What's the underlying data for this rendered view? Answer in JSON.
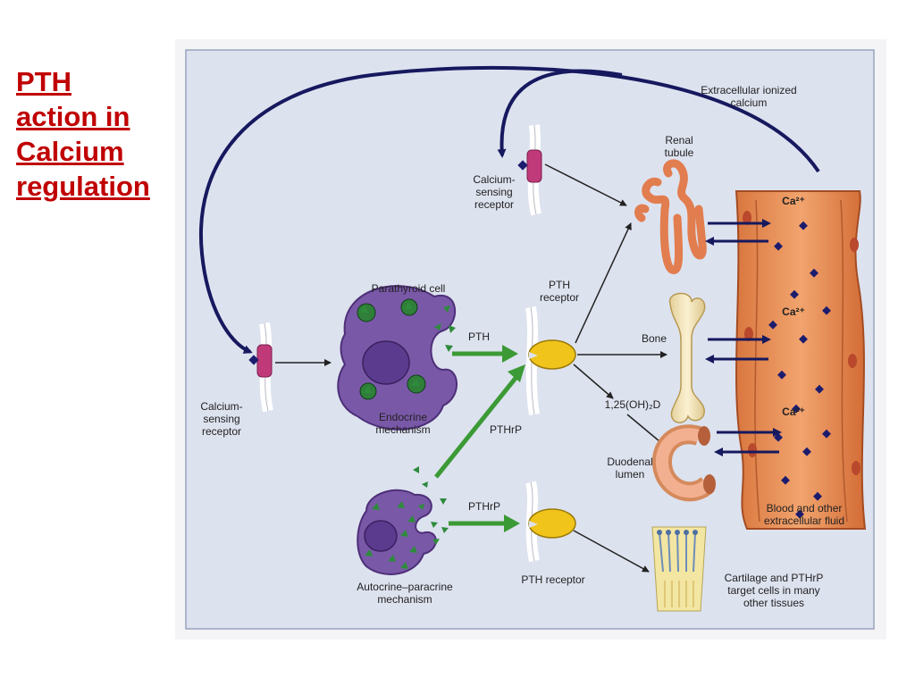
{
  "title": {
    "lines": [
      "PTH",
      "action in",
      "Calcium",
      "regulation"
    ]
  },
  "labels": {
    "extracellular_calcium": [
      "Extracellular ionized",
      "calcium"
    ],
    "renal_tubule": [
      "Renal",
      "tubule"
    ],
    "csr_top": [
      "Calcium-",
      "sensing",
      "receptor"
    ],
    "csr_left": [
      "Calcium-",
      "sensing",
      "receptor"
    ],
    "parathyroid_cell": "Parathyroid cell",
    "pth_receptor_top": [
      "PTH",
      "receptor"
    ],
    "pth_arrow": "PTH",
    "bone": "Bone",
    "vitd": "1,25(OH)₂D",
    "endocrine": [
      "Endocrine",
      "mechanism"
    ],
    "pthrp_upper": "PTHrP",
    "duodenal": [
      "Duodenal",
      "lumen"
    ],
    "pthrp_lower": "PTHrP",
    "pth_receptor_bottom": "PTH receptor",
    "autocrine": [
      "Autocrine–paracrine",
      "mechanism"
    ],
    "cartilage": [
      "Cartilage and PTHrP",
      "target cells in many",
      "other tissues"
    ],
    "blood": [
      "Blood and other",
      "extracellular fluid"
    ],
    "ca1": "Ca²⁺",
    "ca2": "Ca²⁺",
    "ca3": "Ca²⁺"
  }
}
